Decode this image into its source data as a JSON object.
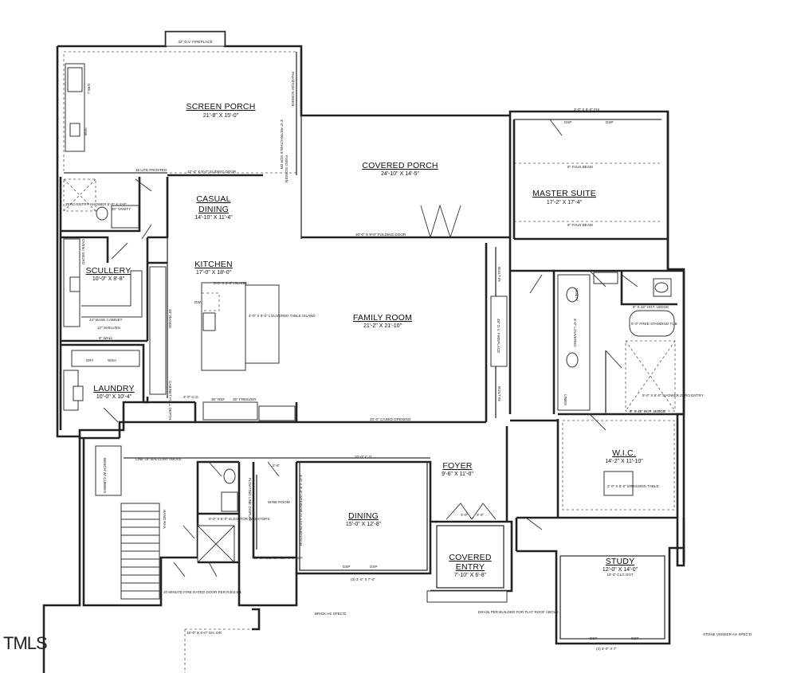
{
  "rooms": {
    "screen_porch": {
      "name": "SCREEN PORCH",
      "dim": "21'-8\" X 15'-0\""
    },
    "covered_porch": {
      "name": "COVERED PORCH",
      "dim": "24'-10\" X 14'-5\""
    },
    "master_suite": {
      "name": "MASTER SUITE",
      "dim": "17'-2\" X 17'-4\""
    },
    "casual_dining": {
      "name": "CASUAL DINING",
      "name_l1": "CASUAL",
      "name_l2": "DINING",
      "dim": "14'-10\" X 11'-4\""
    },
    "kitchen": {
      "name": "KITCHEN",
      "dim": "17'-0\" X 18'-0\""
    },
    "scullery": {
      "name": "SCULLERY",
      "dim": "10'-0\" X 8'-8\""
    },
    "family_room": {
      "name": "FAMILY ROOM",
      "dim": "21'-2\" X 21'-10\""
    },
    "laundry": {
      "name": "LAUNDRY",
      "dim": "10'-0\" X 10'-4\""
    },
    "foyer": {
      "name": "FOYER",
      "dim": "9'-6\" X 11'-0\""
    },
    "wic": {
      "name": "W.I.C.",
      "dim": "14'-2\" X 11'-10\""
    },
    "dining": {
      "name": "DINING",
      "dim": "15'-0\" X 12'-8\""
    },
    "covered_entry": {
      "name": "COVERED ENTRY",
      "name_l1": "COVERED",
      "name_l2": "ENTRY",
      "dim": "7'-10\" X 6'-8\""
    },
    "study": {
      "name": "STUDY",
      "dim": "12'-0\" X 14'-0\"",
      "ceiling": "10'-0\" CLG HGT"
    }
  },
  "notes": {
    "fireplace_top": "42\" D.V. FIREPLACE",
    "grill": "GRILL",
    "sink": "SINK",
    "lite_frosted": "15 LITE FROSTED",
    "sliding_door": "12'-0\" X 9'-0\" SLIDING DOOR",
    "phantom_screen": "PHANTOM SCREEN",
    "retractable_screen": "3'-0\" RETRACTABLE SCR DR",
    "fixed_screen": "FIXED SCREEN",
    "folding_door": "20'-0\" X 9'-0\" FOLDING DOOR",
    "fix_window": "3'-0\" X 8'-0\" FIX",
    "faux_beam": "8\" FAUX BEAM",
    "zero_entry_shower": "ZERO ENTRY SHOWER 5'-0\" X 3'-0\"",
    "vanity_30": "30\" VANITY",
    "oven_micro": "OVEN / MICRO",
    "base_cabinet": "24\" BASE CABINET",
    "shelves": "12\" SHELVES",
    "wall_6": "6\" WALL",
    "island": "5'-0\" X 3'-0\" ISLAND",
    "louvered_island": "4'-0\" X 9'-0\" LOUVERED TABLE ISLAND",
    "range": "48\" RANGE",
    "dw": "DW",
    "fireplace_family": "48\" D.V. FIREPLACE",
    "built_in": "BUILT-IN",
    "cased_opening": "20'-0\" CASED OPENING",
    "ref": "36\" REF",
    "freezer": "36\" FREEZER",
    "co_3": "3'-0\" C.O.",
    "dry": "DRY",
    "wsh": "WSH",
    "cabinet_full_depth": "CABINET FULL DEPTH",
    "free_standing_tub": "5'-0\" FREE STANDING TUB",
    "hgt_ledge": "6\" X 42\" HGT. LEDGE",
    "shower_zero_entry": "5'-0\" X 6'-0\" SHOWER ZERO ENTRY",
    "linen": "LINEN",
    "vanity_label": "VANITY",
    "louvered_vanity": "3'-0\" LOUVERED",
    "dressing_table": "2'-0\" X 6'-0\" DRESSING TABLE",
    "balcony_above": "LINE OF BALCONY ABOVE",
    "bench_cubbies": "BENCH W/ CUBBIES",
    "hand_rail": "HAND RAIL",
    "elevator": "5'-0\" X 5'-0\" ELEVATOR W/ 3 STOPS",
    "floating_display": "FLOATING LINE DISPLAY",
    "wine_room": "WINE ROOM",
    "glass_partition": "4'-0\" X 9'-0\" INTERIOR GLASS PARTITION",
    "column_set": "36\" DIAMETER SET 4'-6\" AFF",
    "fire_rated_door": "20 MINUTE FIRE RATED DOOR PER R302.5.1",
    "brick": "BRICK AS SPEC'D",
    "drain": "DRAIN PER BUILDER FOR FLAT ROOF ABOVE",
    "stone_veneer": "STONE VENEER AS SPEC'D",
    "dsp": "DSP",
    "triple_window": "(3) 3'-0\" X 7'-0\"",
    "window_bottom": "(3) 3'-0\" X 7'",
    "co_10": "10'-0\" C.O.",
    "door_30": "3'-0\"",
    "door_26": "2'-6\"",
    "garage_door": "16'-0\" X 9'-0\" OH. DR"
  },
  "watermark": "TMLS",
  "colors": {
    "wall": "#222222",
    "background": "#ffffff"
  }
}
